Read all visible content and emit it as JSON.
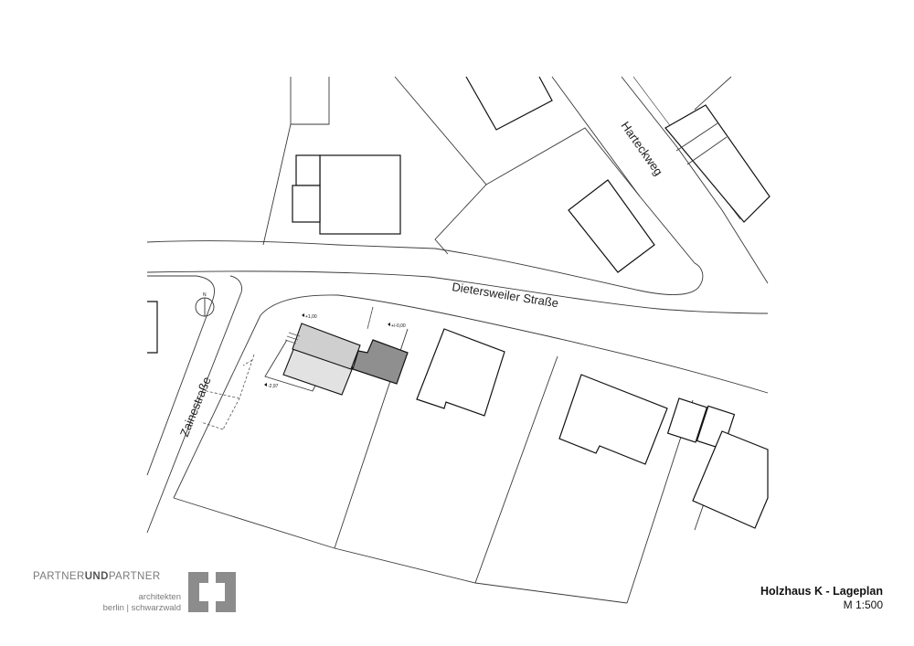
{
  "site_plan": {
    "streets": {
      "main_road": "Dietersweiler Straße",
      "side_road": "Zainestraße",
      "upper_lane": "Harteckweg"
    },
    "north_arrow": "N",
    "levels": {
      "upper_floor": "+1,00",
      "ground_floor": "+/-0,00",
      "lower_level": "-2,97"
    }
  },
  "firm": {
    "name_part1": "PARTNER",
    "name_part2": "UND",
    "name_part3": "PARTNER",
    "line1": "architekten",
    "line2": "berlin | schwarzwald",
    "logo_color": "#8c8c8c"
  },
  "title_block": {
    "title": "Holzhaus K - Lageplan",
    "scale": "M 1:500"
  },
  "colors": {
    "building_light": "#cfcfcf",
    "building_lighter": "#e2e2e2",
    "building_dark": "#8f8f8f",
    "line": "#3a3a3a"
  }
}
